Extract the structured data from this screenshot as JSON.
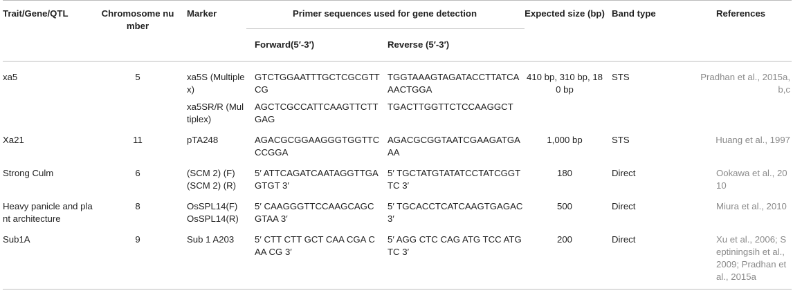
{
  "headers": {
    "trait": "Trait/Gene/QTL",
    "chromosome": "Chromosome number",
    "marker": "Marker",
    "primers": "Primer sequences used for gene detection",
    "forward": "Forward(5′-3′)",
    "reverse": "Reverse (5′-3′)",
    "size": "Expected size (bp)",
    "band": "Band type",
    "references": "References"
  },
  "rows": [
    {
      "trait": "xa5",
      "chromosome": "5",
      "marker": "xa5S (Multiplex)",
      "forward": "GTCTGGAATTTGCTCGCGTTCG",
      "reverse": "TGGTAAAGTAGATACCTTATCAAACTGGA",
      "size": "410 bp, 310 bp, 180 bp",
      "band": "STS",
      "references": "Pradhan et al., 2015a,b,c",
      "marker2": "xa5SR/R (Multiplex)",
      "forward2": "AGCTCGCCATTCAAGTTCTTGAG",
      "reverse2": "TGACTTGGTTCTCCAAGGCT"
    },
    {
      "trait": "Xa21",
      "chromosome": "11",
      "marker": "pTA248",
      "forward": "AGACGCGGAAGGGTGGTTCCCGGA",
      "reverse": "AGACGCGGTAATCGAAGATGAAA",
      "size": "1,000 bp",
      "band": "STS",
      "references": "Huang et al., 1997"
    },
    {
      "trait": "Strong Culm",
      "chromosome": "6",
      "marker": "(SCM 2) (F) (SCM 2) (R)",
      "forward": "5′ ATTCAGATCAATAGGTTGAGTGT 3′",
      "reverse": "5′ TGCTATGTATATCCTATCGGTTC 3′",
      "size": "180",
      "band": "Direct",
      "references": "Ookawa et al., 2010"
    },
    {
      "trait": "Heavy panicle and plant architecture",
      "chromosome": "8",
      "marker": "OsSPL14(F) OsSPL14(R)",
      "forward": "5′ CAAGGGTTCCAAGCAGCGTAA 3′",
      "reverse": "5′ TGCACCTCATCAAGTGAGAC 3′",
      "size": "500",
      "band": "Direct",
      "references": "Miura et al., 2010"
    },
    {
      "trait": "Sub1A",
      "chromosome": "9",
      "marker": "Sub 1 A203",
      "forward": "5′ CTT CTT GCT CAA CGA CAA CG 3′",
      "reverse": "5′ AGG CTC CAG ATG TCC ATG TC 3′",
      "size": "200",
      "band": "Direct",
      "references": "Xu et al., 2006; Septiningsih et al., 2009; Pradhan et al., 2015a"
    }
  ]
}
